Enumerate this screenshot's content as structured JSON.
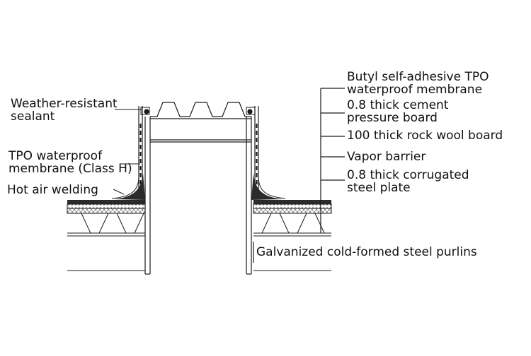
{
  "labels": {
    "left": {
      "sealant": [
        "Weather-resistant",
        "sealant"
      ],
      "tpo_membrane": [
        "TPO waterproof",
        "membrane (Class H)"
      ],
      "welding": "Hot air welding"
    },
    "right": {
      "butyl": [
        "Butyl self-adhesive TPO",
        "waterproof membrane"
      ],
      "cement": [
        "0.8 thick cement",
        "pressure board"
      ],
      "rockwool": "100 thick rock wool board",
      "vapor": "Vapor barrier",
      "corrugated": [
        "0.8 thick corrugated",
        "steel plate"
      ],
      "purlins": "Galvanized cold-formed steel purlins"
    }
  },
  "colors": {
    "line": "#1a1a1a",
    "membrane": "#2b2b2b",
    "text": "#111111"
  }
}
